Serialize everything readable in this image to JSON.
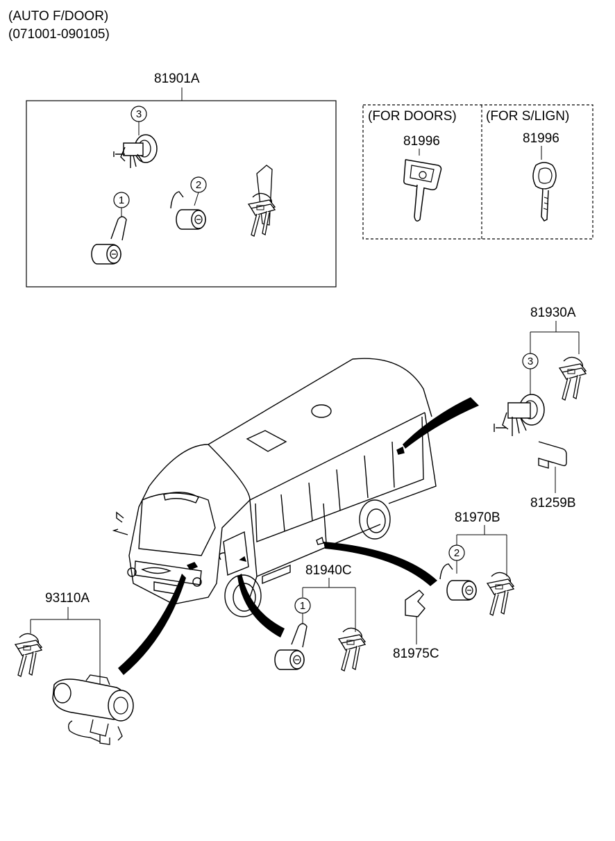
{
  "header": {
    "line1": "(AUTO F/DOOR)",
    "line2": "(071001-090105)"
  },
  "groups": {
    "kit": "81901A",
    "key_doors_caption": "(FOR DOORS)",
    "key_doors_part": "81996",
    "key_slign_caption": "(FOR S/LIGN)",
    "key_slign_part": "81996",
    "rear_lock": "81930A",
    "rear_clip": "81259B",
    "slide_lock": "81970B",
    "slide_clip": "81975C",
    "front_lock": "81940C",
    "ignition": "93110A"
  },
  "callouts": {
    "kit_1": "1",
    "kit_2": "2",
    "kit_3": "3",
    "rear_3": "3",
    "slide_2": "2",
    "front_1": "1"
  },
  "colors": {
    "line": "#000000",
    "background": "#ffffff"
  }
}
